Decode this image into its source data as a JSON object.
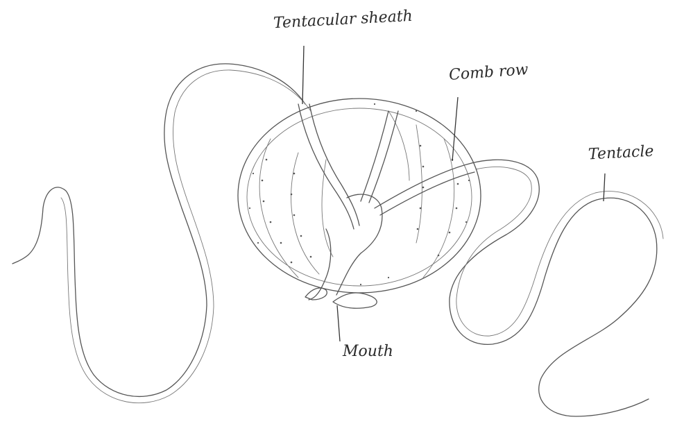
{
  "labels": {
    "tentacular_sheath": "Tentacular sheath",
    "comb_row": "Comb row",
    "tentacle": "Tentacle",
    "mouth": "Mouth"
  },
  "colors": {
    "ink": "#555555",
    "background": "#ffffff"
  }
}
